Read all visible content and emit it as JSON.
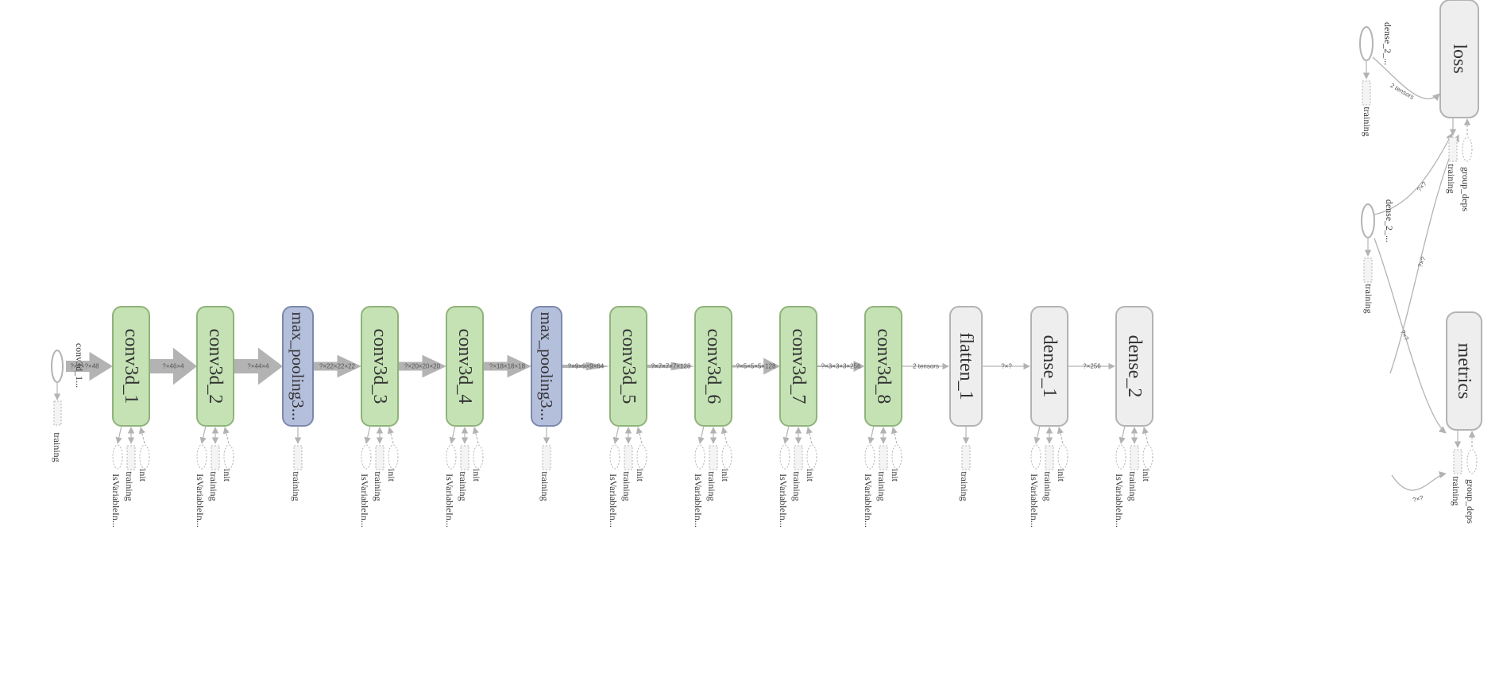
{
  "colors": {
    "conv": "#c5e2b5",
    "conv_border": "#8fb37a",
    "pool": "#b4bfdc",
    "pool_border": "#7c89ac",
    "plain": "#eeeeee",
    "plain_border": "#b3b3b3",
    "edge": "#b3b3b3",
    "aux": "#b3b3b3"
  },
  "input_node": {
    "label": "conv3d_1...",
    "aux": "training"
  },
  "main_nodes": [
    {
      "id": "conv3d_1",
      "label": "conv3d_1",
      "kind": "conv",
      "aux": [
        "IsVariableIn...",
        "training",
        "init"
      ]
    },
    {
      "id": "conv3d_2",
      "label": "conv3d_2",
      "kind": "conv",
      "aux": [
        "IsVariableIn...",
        "training",
        "init"
      ]
    },
    {
      "id": "max_pooling3d_1",
      "label": "max_pooling3...",
      "kind": "pool",
      "aux": [
        "training"
      ]
    },
    {
      "id": "conv3d_3",
      "label": "conv3d_3",
      "kind": "conv",
      "aux": [
        "IsVariableIn...",
        "training",
        "init"
      ]
    },
    {
      "id": "conv3d_4",
      "label": "conv3d_4",
      "kind": "conv",
      "aux": [
        "IsVariableIn...",
        "training",
        "init"
      ]
    },
    {
      "id": "max_pooling3d_2",
      "label": "max_pooling3...",
      "kind": "pool",
      "aux": [
        "training"
      ]
    },
    {
      "id": "conv3d_5",
      "label": "conv3d_5",
      "kind": "conv",
      "aux": [
        "IsVariableIn...",
        "training",
        "init"
      ]
    },
    {
      "id": "conv3d_6",
      "label": "conv3d_6",
      "kind": "conv",
      "aux": [
        "IsVariableIn...",
        "training",
        "init"
      ]
    },
    {
      "id": "conv3d_7",
      "label": "conv3d_7",
      "kind": "conv",
      "aux": [
        "IsVariableIn...",
        "training",
        "init"
      ]
    },
    {
      "id": "conv3d_8",
      "label": "conv3d_8",
      "kind": "conv",
      "aux": [
        "IsVariableIn...",
        "training",
        "init"
      ]
    },
    {
      "id": "flatten_1",
      "label": "flatten_1",
      "kind": "plain",
      "aux": [
        "training"
      ]
    },
    {
      "id": "dense_1",
      "label": "dense_1",
      "kind": "plain",
      "aux": [
        "IsVariableIn...",
        "training",
        "init"
      ]
    },
    {
      "id": "dense_2",
      "label": "dense_2",
      "kind": "plain",
      "aux": [
        "IsVariableIn...",
        "training",
        "init"
      ]
    }
  ],
  "edge_labels": [
    "?×?×?×48",
    "?×46×4",
    "?×44×4",
    "?×22×22×22",
    "?×20×20×20",
    "?×18×18×18",
    "?×9×9×9×64",
    "?×7×7×7×128",
    "?×5×5×5×128",
    "?×3×3×3×256",
    "2 tensors",
    "?×?",
    "?×256"
  ],
  "loss_node": {
    "label": "loss",
    "aux": [
      "training",
      "group_deps"
    ]
  },
  "metrics_node": {
    "label": "metrics",
    "aux": [
      "training",
      "group_deps"
    ]
  },
  "dense2_input_top": {
    "label": "dense_2_...",
    "aux": "training"
  },
  "dense2_input_mid": {
    "label": "dense_2_...",
    "aux": "training"
  },
  "side_edge_labels": {
    "top_to_loss": "2 tensors",
    "mid_to_loss": "?×?",
    "dense2_to_loss": "?×?",
    "mid_to_metrics": "?×?",
    "dense2_to_metrics": "?×?"
  }
}
